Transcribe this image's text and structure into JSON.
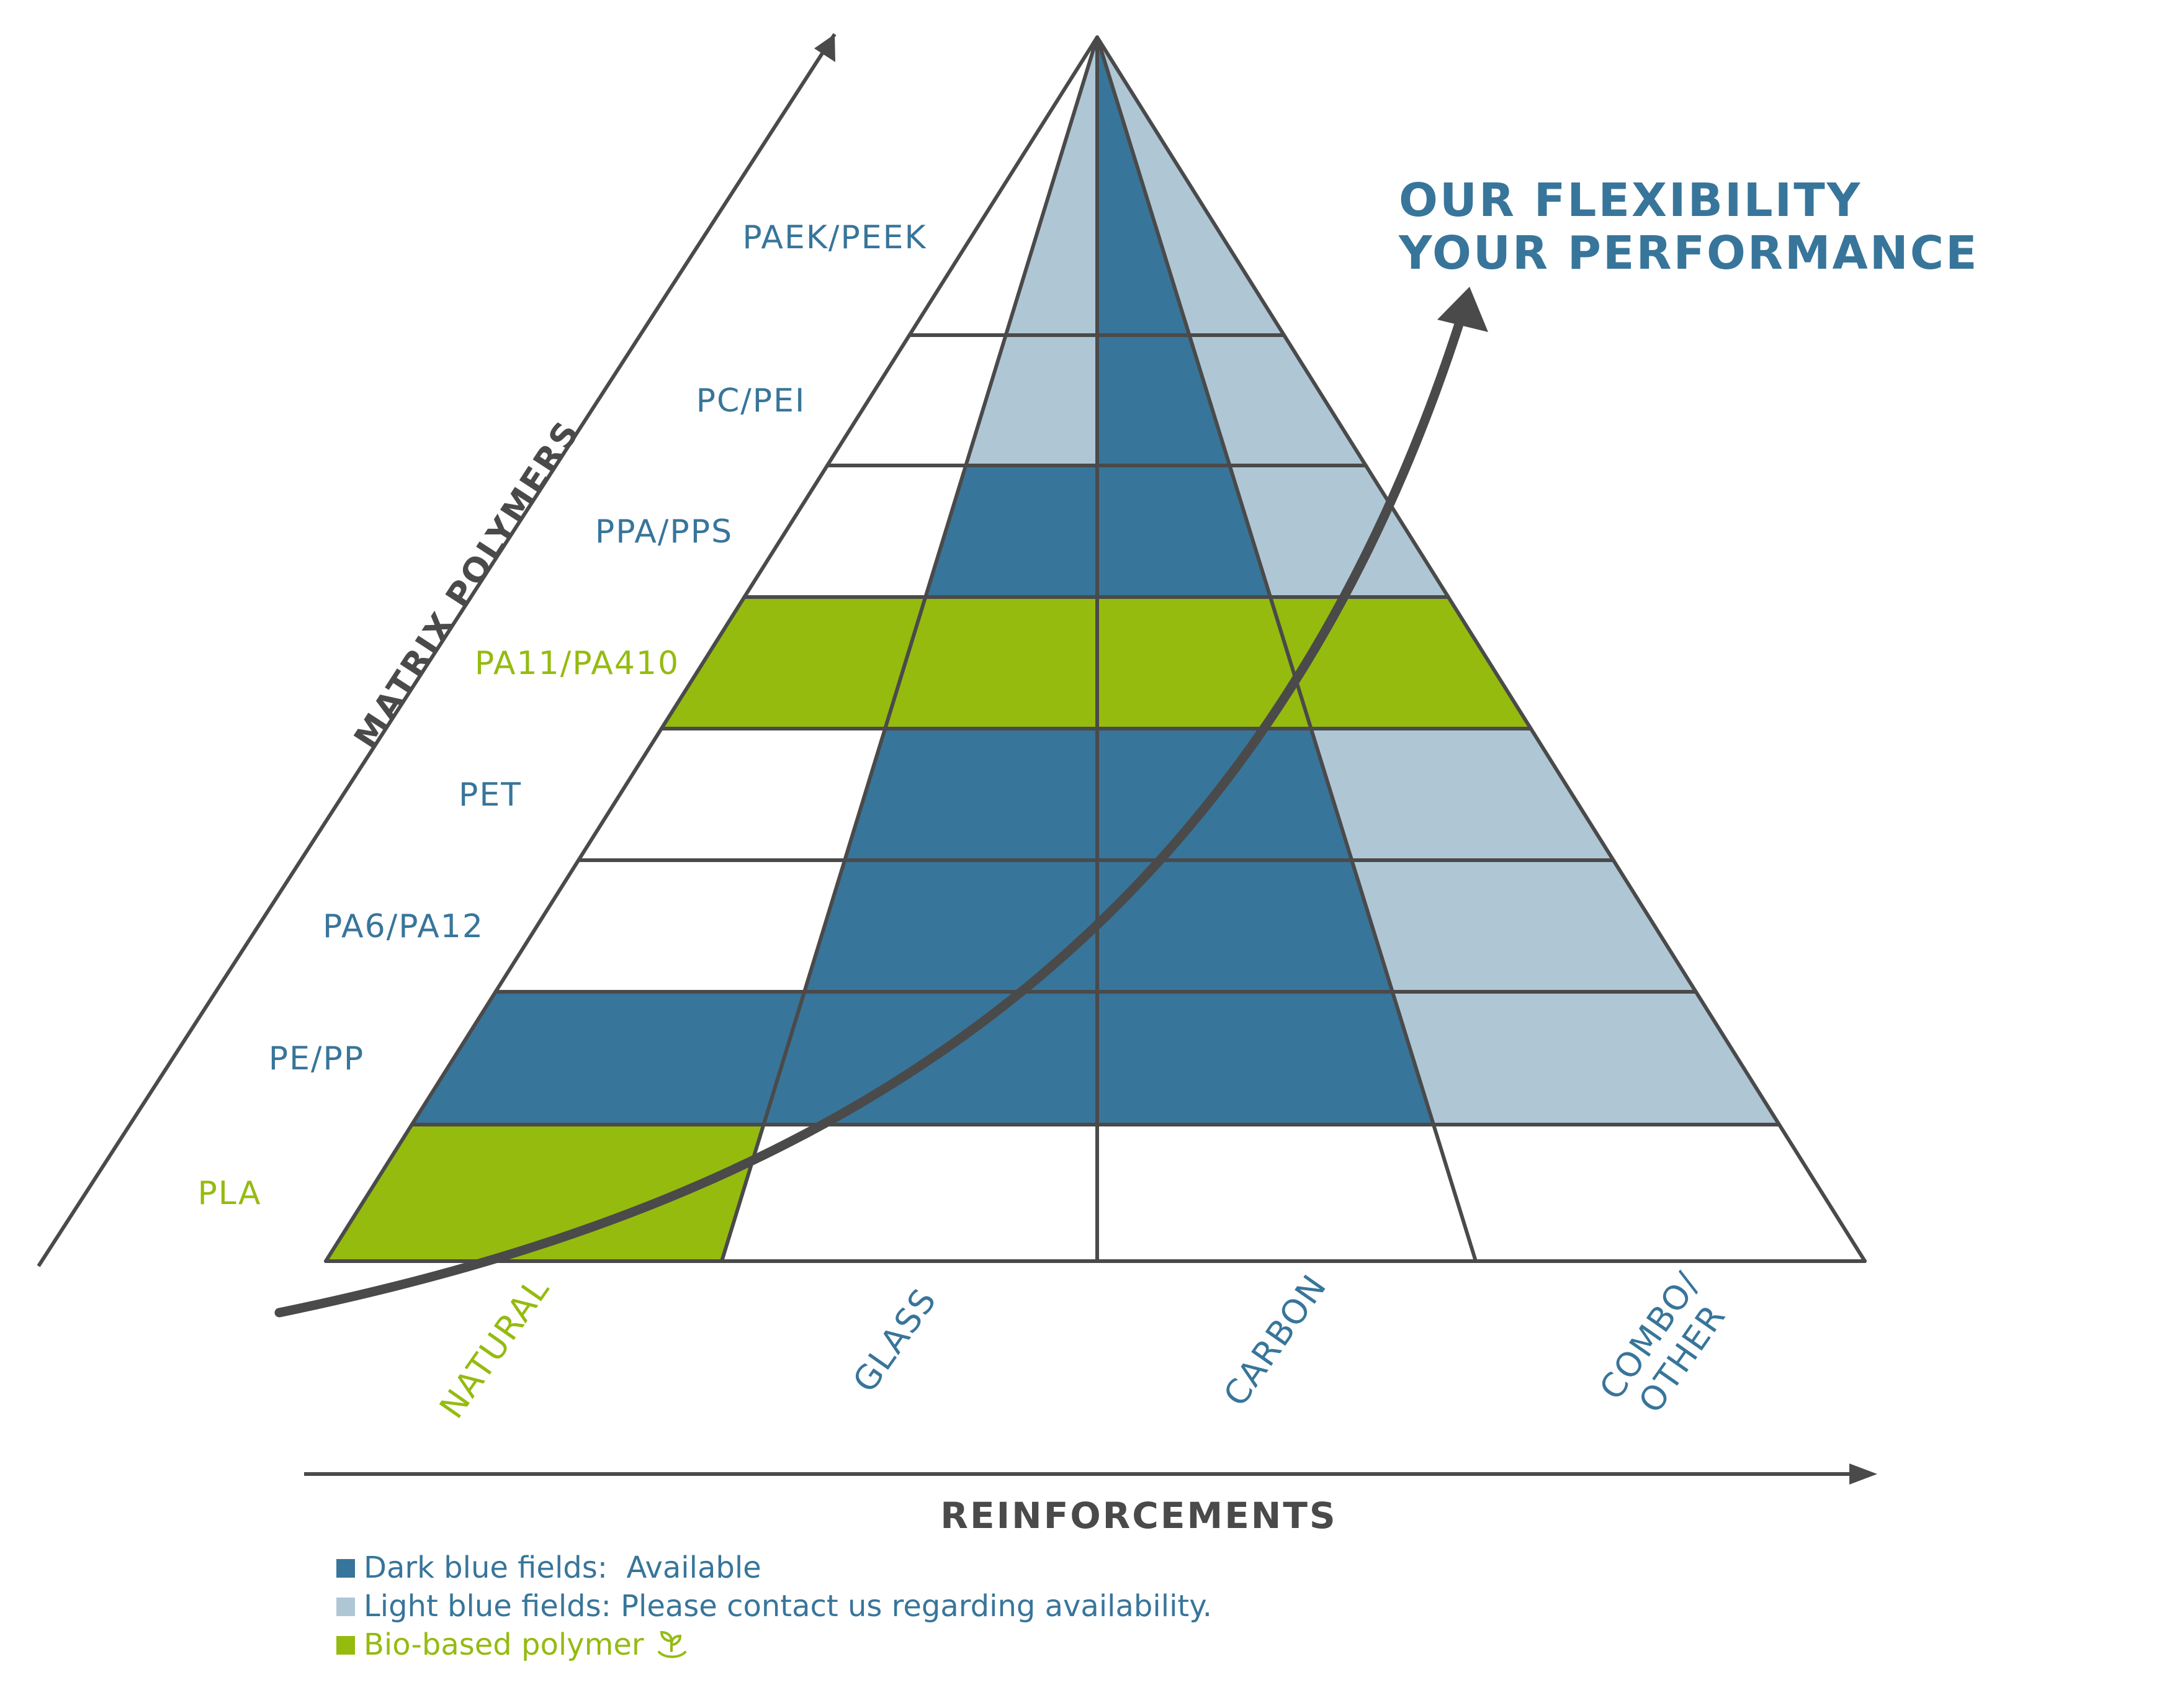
{
  "colors": {
    "available": "#38759a",
    "contact": "#afc6d5",
    "bio": "#95bb0f",
    "none": "#ffffff",
    "line": "#4a4a4a",
    "text_blue": "#38759a",
    "text_green": "#95bb0f",
    "text_dark": "#4a4a4a"
  },
  "axes": {
    "matrix_label": "MATRIX POLYMERS",
    "reinforcement_label": "REINFORCEMENTS"
  },
  "slogan": {
    "line1": "OUR FLEXIBILITY",
    "line2": "YOUR PERFORMANCE"
  },
  "polymers": [
    {
      "label": "PAEK/PEEK",
      "bio": false
    },
    {
      "label": "PC/PEI",
      "bio": false
    },
    {
      "label": "PPA/PPS",
      "bio": false
    },
    {
      "label": "PA11/PA410",
      "bio": true
    },
    {
      "label": "PET",
      "bio": false
    },
    {
      "label": "PA6/PA12",
      "bio": false
    },
    {
      "label": "PE/PP",
      "bio": false
    },
    {
      "label": "PLA",
      "bio": true
    }
  ],
  "reinforcements": [
    {
      "line1": "NATURAL",
      "line2": "",
      "bio": true
    },
    {
      "line1": "GLASS",
      "line2": "",
      "bio": false
    },
    {
      "line1": "CARBON",
      "line2": "",
      "bio": false
    },
    {
      "line1": "COMBO/",
      "line2": "OTHER",
      "bio": false
    }
  ],
  "matrix": [
    [
      "none",
      "contact",
      "available",
      "contact"
    ],
    [
      "none",
      "contact",
      "available",
      "contact"
    ],
    [
      "none",
      "available",
      "available",
      "contact"
    ],
    [
      "bio",
      "bio",
      "bio",
      "bio"
    ],
    [
      "none",
      "available",
      "available",
      "contact"
    ],
    [
      "none",
      "available",
      "available",
      "contact"
    ],
    [
      "available",
      "available",
      "available",
      "contact"
    ],
    [
      "bio",
      "none",
      "none",
      "none"
    ]
  ],
  "legend": [
    {
      "label": "Dark blue fields:  Available",
      "color": "#38759a"
    },
    {
      "label": "Light blue fields: Please contact us regarding availability.",
      "color": "#afc6d5"
    },
    {
      "label": "Bio-based polymer",
      "color": "#95bb0f",
      "icon": "seedling-icon"
    }
  ]
}
